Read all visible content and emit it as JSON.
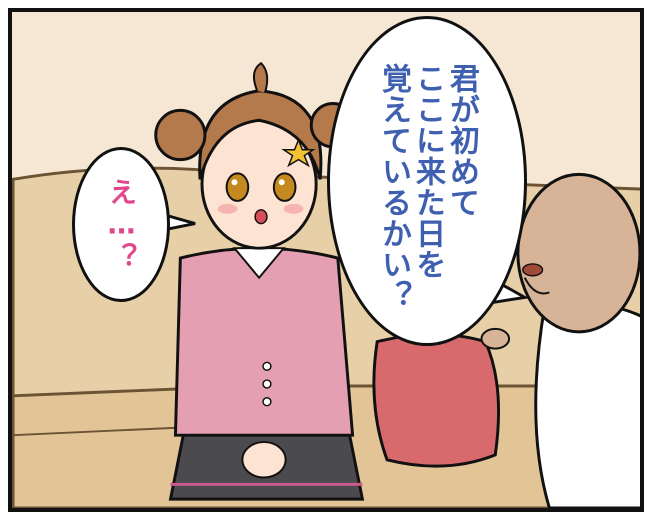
{
  "scene": {
    "panel_type": "manga-panel"
  },
  "bubbles": {
    "left": {
      "text": "え…？",
      "color": "#e0488b"
    },
    "right": {
      "lines": [
        "君が初めて",
        "ここに来た日を",
        "覚えているかい？"
      ],
      "color": "#3f5fb0"
    }
  },
  "colors": {
    "wall": "#f6e7d4",
    "sofa": "#e7cfa8",
    "cardigan": "#e59fb2",
    "skirt": "#4b4a4e",
    "hair": "#b57a4c",
    "cushion": "#d86a6e",
    "man_skin": "#d7b497"
  }
}
